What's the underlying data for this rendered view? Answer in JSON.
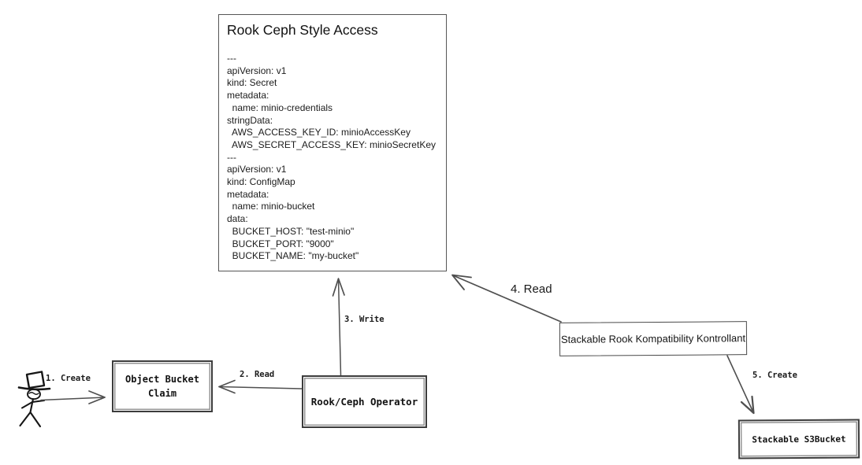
{
  "main_box": {
    "title": "Rook Ceph Style Access",
    "yaml_lines": [
      "---",
      "apiVersion: v1",
      "kind: Secret",
      "metadata:",
      "  name: minio-credentials",
      "stringData:",
      "  AWS_ACCESS_KEY_ID: minioAccessKey",
      "  AWS_SECRET_ACCESS_KEY: minioSecretKey",
      "---",
      "apiVersion: v1",
      "kind: ConfigMap",
      "metadata:",
      "  name: minio-bucket",
      "data:",
      "  BUCKET_HOST: \"test-minio\"",
      "  BUCKET_PORT: \"9000\"",
      "  BUCKET_NAME: \"my-bucket\""
    ]
  },
  "nodes": {
    "user": "stick-figure-actor",
    "object_bucket_claim": "Object Bucket Claim",
    "rook_ceph_operator": "Rook/Ceph Operator",
    "kontrollant": "Stackable Rook Kompatibility Kontrollant",
    "s3bucket": "Stackable S3Bucket"
  },
  "arrows": [
    {
      "label": "1. Create",
      "from": "user",
      "to": "object_bucket_claim"
    },
    {
      "label": "2. Read",
      "from": "rook_ceph_operator",
      "to": "object_bucket_claim"
    },
    {
      "label": "3. Write",
      "from": "rook_ceph_operator",
      "to": "rook_ceph_style_access"
    },
    {
      "label": "4. Read",
      "from": "kontrollant",
      "to": "rook_ceph_style_access"
    },
    {
      "label": "5. Create",
      "from": "kontrollant",
      "to": "s3bucket"
    }
  ],
  "colors": {
    "background": "#ffffff",
    "line": "#4f4f4f",
    "border": "#4e4e4e",
    "text": "#1a1a1a"
  }
}
